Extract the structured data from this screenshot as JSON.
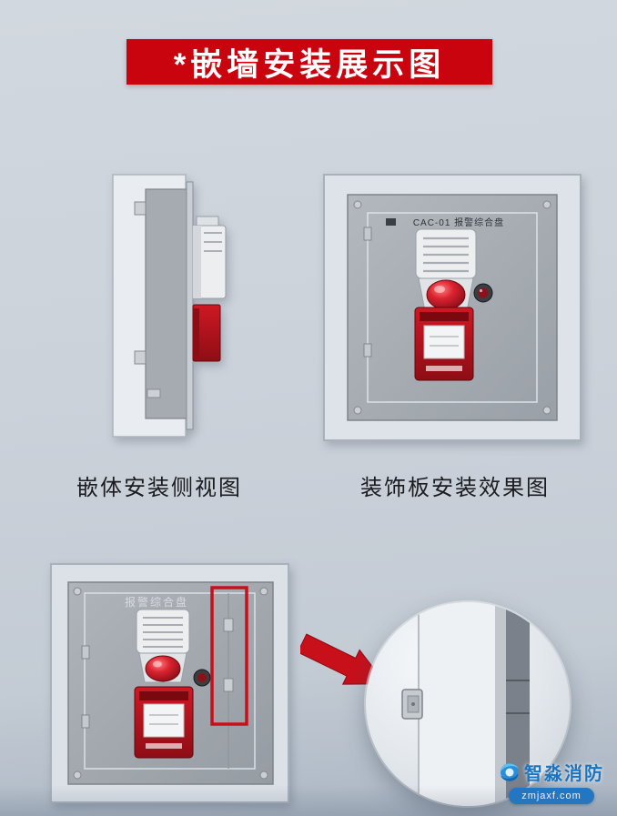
{
  "title": "*嵌墙安装展示图",
  "figures": {
    "side_caption": "嵌体安装侧视图",
    "front_caption": "装饰板安装效果图"
  },
  "panel": {
    "header_label": "CAC-01 报警综合盘",
    "bottom_header_label": "报警综合盘"
  },
  "watermark": {
    "brand": "智淼消防",
    "domain": "zmjaxf.com"
  },
  "colors": {
    "banner_red": "#c9040f",
    "highlight_red": "#c8101b",
    "device_red": "#b5121e",
    "panel_gray": "#a9aeb4",
    "watermark_blue": "#1a74c0",
    "background": "#ccd2da"
  }
}
